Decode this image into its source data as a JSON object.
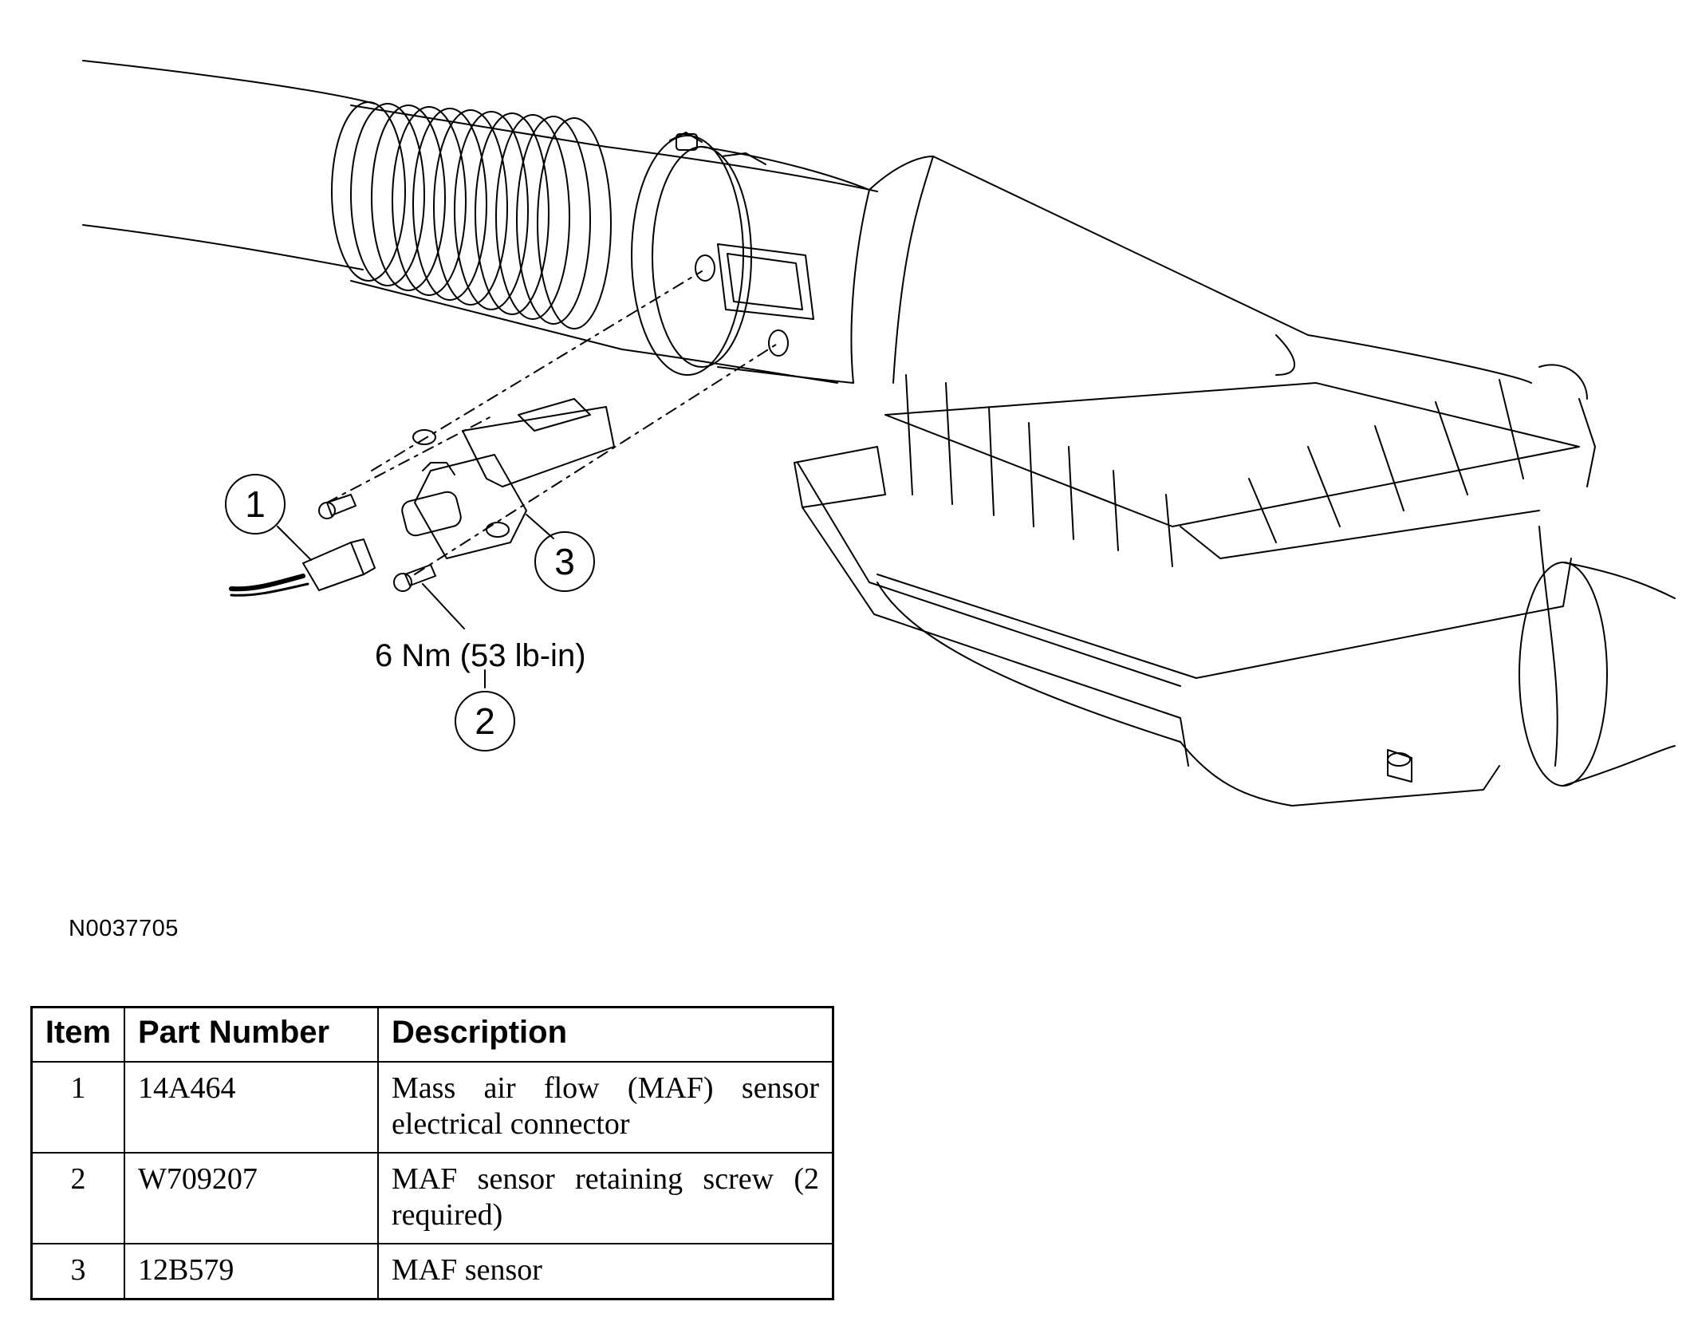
{
  "figure_id": "N0037705",
  "callouts": [
    {
      "number": "1"
    },
    {
      "number": "2"
    },
    {
      "number": "3"
    }
  ],
  "torque_spec": "6 Nm (53 lb-in)",
  "table": {
    "headers": [
      "Item",
      "Part Number",
      "Description"
    ],
    "rows": [
      {
        "item": "1",
        "part_number": "14A464",
        "description": "Mass air flow (MAF) sensor electrical connector"
      },
      {
        "item": "2",
        "part_number": "W709207",
        "description": "MAF sensor retaining screw (2 required)"
      },
      {
        "item": "3",
        "part_number": "12B579",
        "description": "MAF sensor"
      }
    ]
  }
}
